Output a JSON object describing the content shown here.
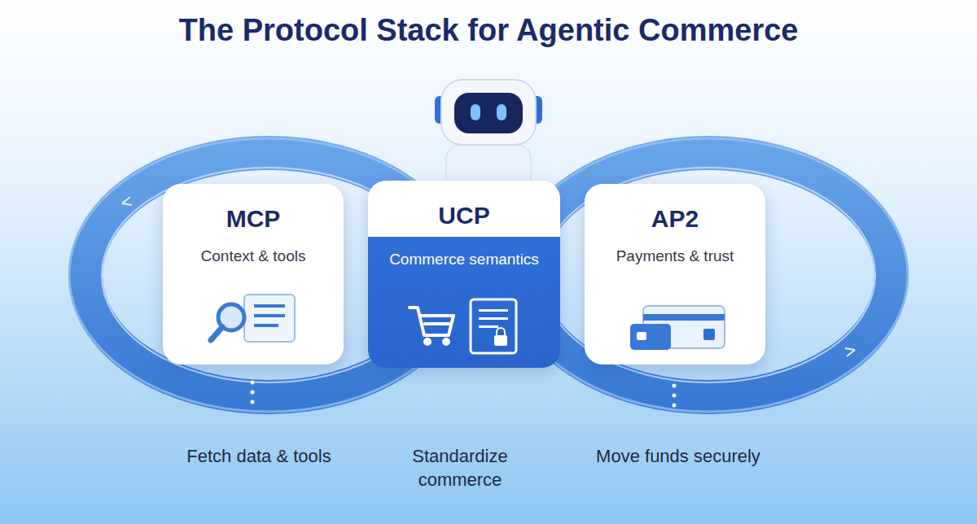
{
  "diagram": {
    "title": "The Protocol Stack for Agentic Commerce",
    "nodes": [
      {
        "text": [
          "MCP",
          "Context & tools"
        ]
      },
      {
        "text": [
          "UCP",
          "Commerce semantics"
        ]
      },
      {
        "text": [
          "AP2",
          "Payments & trust"
        ]
      }
    ],
    "labels": [
      "Fetch data & tools",
      "Standardize commerce",
      "Move funds securely"
    ]
  }
}
